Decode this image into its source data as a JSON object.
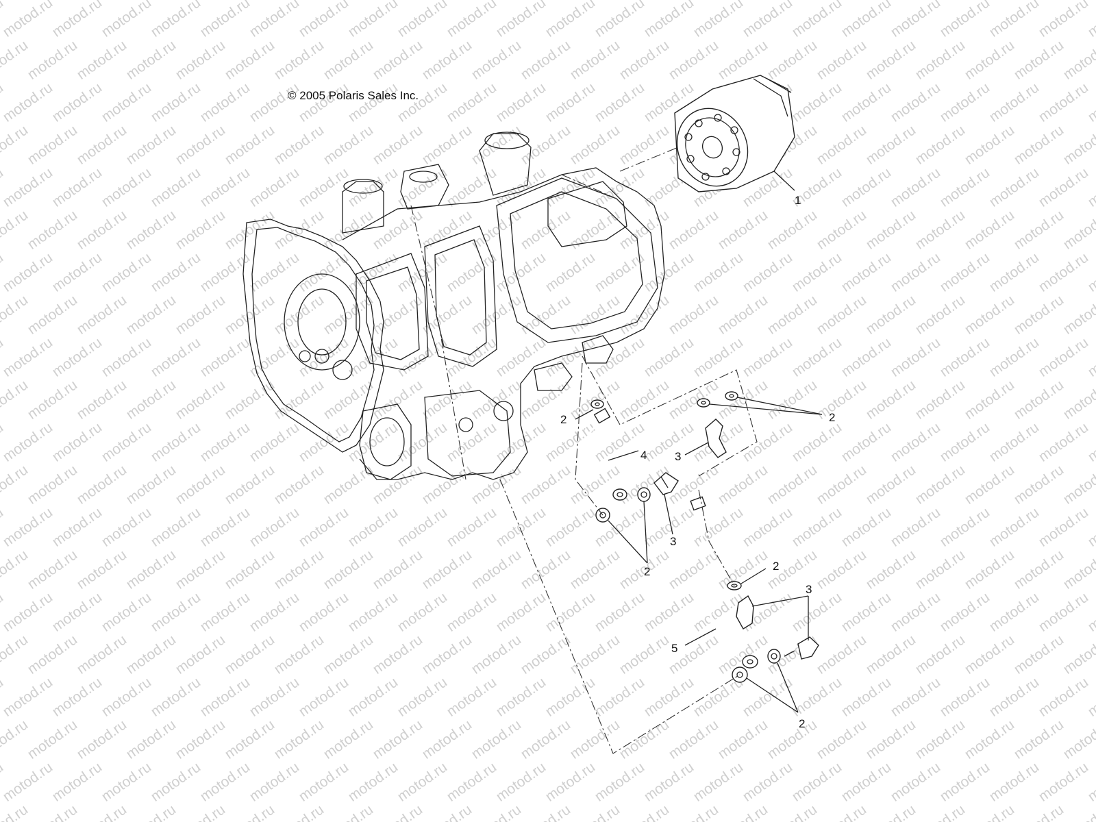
{
  "copyright": "© 2005 Polaris Sales Inc.",
  "watermark": "motod.ru",
  "callouts": {
    "oil_filter": "1",
    "washer": "2",
    "bolt": "3",
    "upper_oil_line": "4",
    "lower_oil_line": "5"
  }
}
